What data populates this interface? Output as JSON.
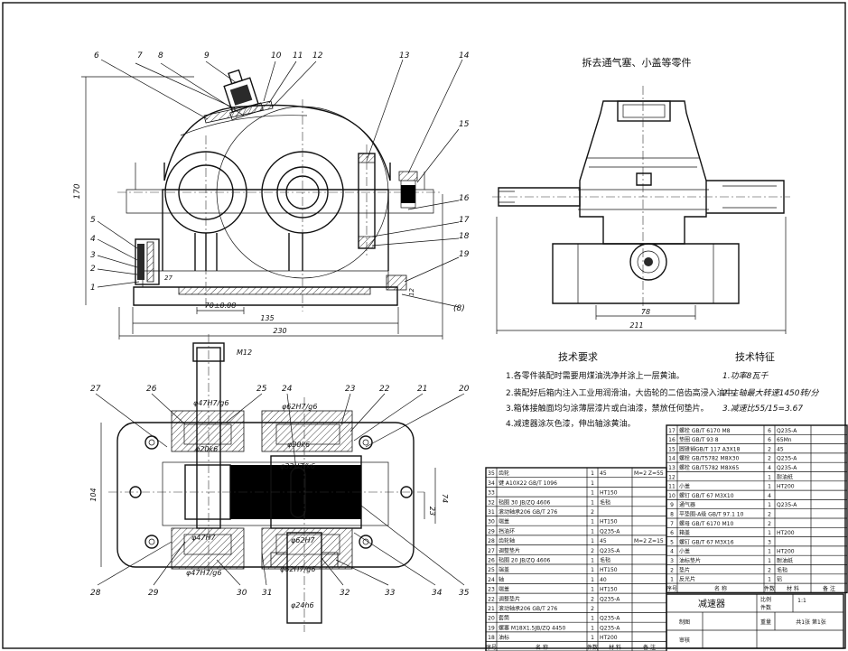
{
  "drawing": {
    "note_removed_parts": "拆去通气塞、小盖等零件",
    "front_view": {
      "balloons": [
        "6",
        "7",
        "8",
        "9",
        "10",
        "11",
        "12",
        "13",
        "14",
        "15",
        "16",
        "17",
        "18",
        "19",
        "1",
        "2",
        "3",
        "4",
        "5",
        "(8)"
      ],
      "dims": {
        "height_170": "170",
        "base_70": "70±0.08",
        "base_135": "135",
        "total_230": "230",
        "d_27": "27",
        "d_12": "12"
      }
    },
    "side_view": {
      "dims": {
        "d_78": "78",
        "d_211": "211"
      }
    },
    "top_view": {
      "balloons_top": [
        "27",
        "26",
        "25",
        "24",
        "23",
        "22",
        "21",
        "20"
      ],
      "balloons_bottom": [
        "28",
        "29",
        "30",
        "31",
        "32",
        "33",
        "34",
        "35"
      ],
      "dims": {
        "m12": "M12",
        "phi47_top": "φ47H7/g6",
        "phi62_top": "φ62H7/g6",
        "phi20": "φ20k6",
        "phi30": "φ30k6",
        "phi32": "φ32H7/k6",
        "phi47_low": "φ47H7",
        "phi62_low": "φ62H7",
        "phi47_bot": "φ47H7/g6",
        "phi62_bot": "φ62H7/g6",
        "phi24": "φ24h6",
        "d_104": "104",
        "d_74": "74",
        "d_23": "23"
      }
    }
  },
  "tech_requirements": {
    "title": "技术要求",
    "items": [
      "1.各零件装配时需要用煤油洗净并涂上一层黄油。",
      "2.装配好后箱内注入工业用润滑油，大齿轮的二倍齿高浸入油中。",
      "3.箱体接触面均匀涂薄层漆片或白油漆，禁放任何垫片。",
      "4.减速器涂灰色漆，伸出轴涂黄油。"
    ]
  },
  "tech_features": {
    "title": "技术特征",
    "items": [
      "1.功率8瓦千",
      "2.主轴最大转速1450转/分",
      "3.减速比55/15=3.67"
    ]
  },
  "bom_left": {
    "rows": [
      [
        "35",
        "齿轮",
        "1",
        "45",
        "M=2 Z=55"
      ],
      [
        "34",
        "键 A10X22 GB/T 1096",
        "1",
        "",
        ""
      ],
      [
        "33",
        "",
        "1",
        "HT150",
        ""
      ],
      [
        "32",
        "毡圈 30 JB/ZQ 4606",
        "1",
        "毛毡",
        ""
      ],
      [
        "31",
        "滚动轴承206 GB/T 276",
        "2",
        "",
        ""
      ],
      [
        "30",
        "端盖",
        "1",
        "HT150",
        ""
      ],
      [
        "29",
        "挡油环",
        "1",
        "Q235-A",
        ""
      ],
      [
        "28",
        "齿轮轴",
        "1",
        "45",
        "M=2 Z=15"
      ],
      [
        "27",
        "调整垫片",
        "2",
        "Q235-A",
        ""
      ],
      [
        "26",
        "毡圈 20 JB/ZQ 4606",
        "1",
        "毛毡",
        ""
      ],
      [
        "25",
        "端盖",
        "1",
        "HT150",
        ""
      ],
      [
        "24",
        "轴",
        "1",
        "40",
        ""
      ],
      [
        "23",
        "端盖",
        "1",
        "HT150",
        ""
      ],
      [
        "22",
        "调整垫片",
        "2",
        "Q235-A",
        ""
      ],
      [
        "21",
        "滚动轴承206 GB/T 276",
        "2",
        "",
        ""
      ],
      [
        "20",
        "套筒",
        "1",
        "Q235-A",
        ""
      ],
      [
        "19",
        "螺塞 M18X1.5JB/ZQ 4450",
        "1",
        "Q235-A",
        ""
      ],
      [
        "18",
        "油标",
        "1",
        "HT200",
        ""
      ]
    ],
    "footer": [
      "序号",
      "名 称",
      "件数",
      "材 料",
      "备 注"
    ]
  },
  "bom_right": {
    "rows": [
      [
        "17",
        "螺栓 GB/T 6170 M8",
        "6",
        "Q235-A",
        ""
      ],
      [
        "16",
        "垫圈 GB/T 93 8",
        "6",
        "65Mn",
        ""
      ],
      [
        "15",
        "圆锥销GB/T 117 A3X18",
        "2",
        "45",
        ""
      ],
      [
        "14",
        "螺栓 GB/T5782 M8X30",
        "2",
        "Q235-A",
        ""
      ],
      [
        "13",
        "螺栓 GB/T5782 M8X65",
        "4",
        "Q235-A",
        ""
      ],
      [
        "12",
        "",
        "1",
        "耐油纸",
        ""
      ],
      [
        "11",
        "小盖",
        "1",
        "HT200",
        ""
      ],
      [
        "10",
        "螺钉 GB/T 67 M3X10",
        "4",
        "",
        ""
      ],
      [
        "9",
        "通气器",
        "1",
        "Q235-A",
        ""
      ],
      [
        "8",
        "平垫圈-A级 GB/T 97.1 10",
        "2",
        "",
        ""
      ],
      [
        "7",
        "螺母 GB/T 6170 M10",
        "2",
        "",
        ""
      ],
      [
        "6",
        "箱盖",
        "1",
        "HT200",
        ""
      ],
      [
        "5",
        "螺钉 GB/T 67 M3X16",
        "3",
        "",
        ""
      ],
      [
        "4",
        "小盖",
        "1",
        "HT200",
        ""
      ],
      [
        "3",
        "油标垫片",
        "1",
        "耐油纸",
        ""
      ],
      [
        "2",
        "垫片",
        "2",
        "毛毡",
        ""
      ],
      [
        "1",
        "反光片",
        "1",
        "铝",
        ""
      ]
    ],
    "footer": [
      "序号",
      "名 称",
      "件数",
      "材 料",
      "备 注"
    ]
  },
  "title_block": {
    "name": "减速器",
    "scale_label": "比例",
    "scale_value": "1:1",
    "count_label": "件数",
    "drawing_label": "制图",
    "weight_label": "重量",
    "sheet_info": "共1张 第1张",
    "check_label": "审核"
  }
}
